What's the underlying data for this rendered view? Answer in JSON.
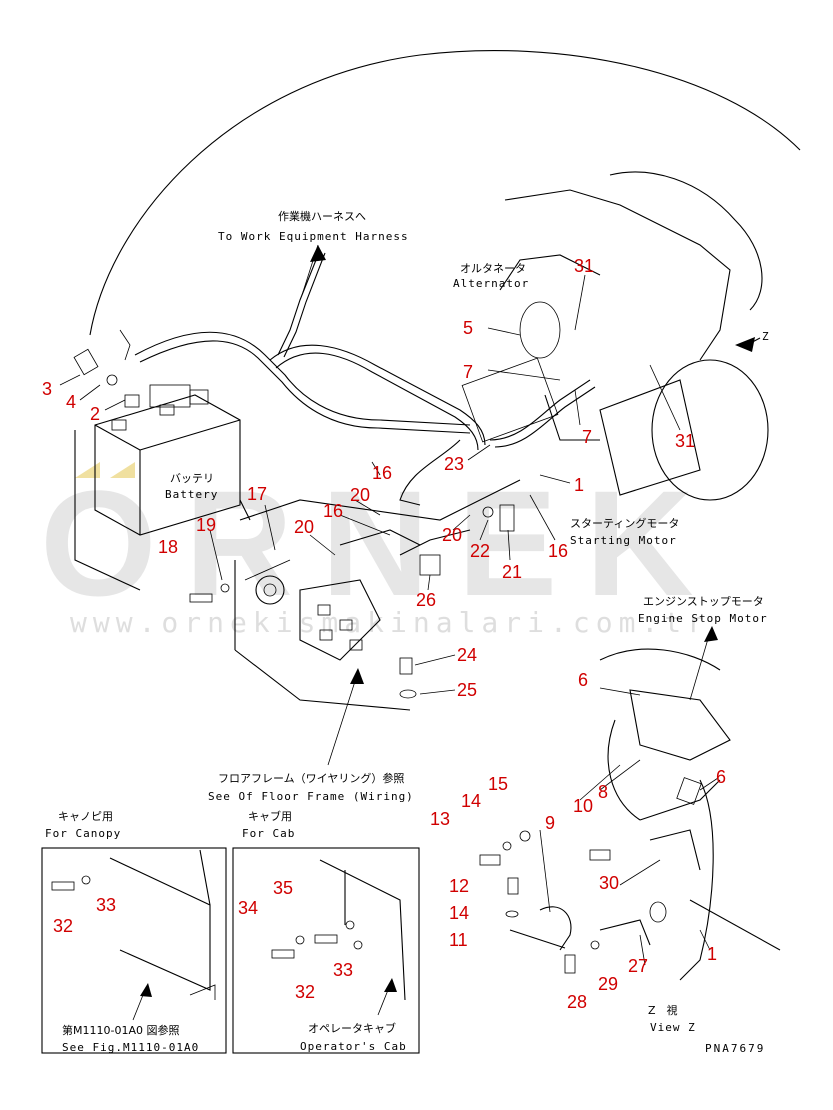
{
  "labels": {
    "work_harness_jp": "作業機ハーネスへ",
    "work_harness_en": "To Work Equipment Harness",
    "alternator_jp": "オルタネータ",
    "alternator_en": "Alternator",
    "battery_jp": "バッテリ",
    "battery_en": "Battery",
    "starting_motor_jp": "スターティングモータ",
    "starting_motor_en": "Starting Motor",
    "engine_stop_jp": "エンジンストップモータ",
    "engine_stop_en": "Engine Stop Motor",
    "floor_frame_jp": "フロアフレーム（ワイヤリング）参照",
    "floor_frame_en": "See Of Floor Frame (Wiring)",
    "canopy_jp": "キャノピ用",
    "canopy_en": "For Canopy",
    "cab_jp": "キャブ用",
    "cab_en": "For Cab",
    "see_fig_jp": "第M1110-01A0 図参照",
    "see_fig_en": "See Fig.M1110-01A0",
    "operator_cab_jp": "オペレータキャブ",
    "operator_cab_en": "Operator's Cab",
    "view_z_jp": "Z　視",
    "view_z_en": "View Z",
    "z_marker": "Z",
    "drawing_code": "PNA7679"
  },
  "watermark": {
    "brand": "ORNEK",
    "url": "www.ornekismakinalari.com.tr"
  },
  "callouts": [
    "3",
    "4",
    "2",
    "5",
    "7",
    "31",
    "31",
    "7",
    "23",
    "1",
    "16",
    "20",
    "16",
    "17",
    "19",
    "18",
    "20",
    "20",
    "22",
    "21",
    "16",
    "26",
    "24",
    "25",
    "6",
    "6",
    "10",
    "8",
    "15",
    "14",
    "9",
    "13",
    "12",
    "30",
    "14",
    "11",
    "27",
    "29",
    "1",
    "28",
    "34",
    "35",
    "32",
    "33",
    "32",
    "33"
  ],
  "colors": {
    "callout": "#d00000",
    "line": "#000000",
    "watermark": "#d3d3d3",
    "accent_triangle": "#f0e0a0"
  }
}
